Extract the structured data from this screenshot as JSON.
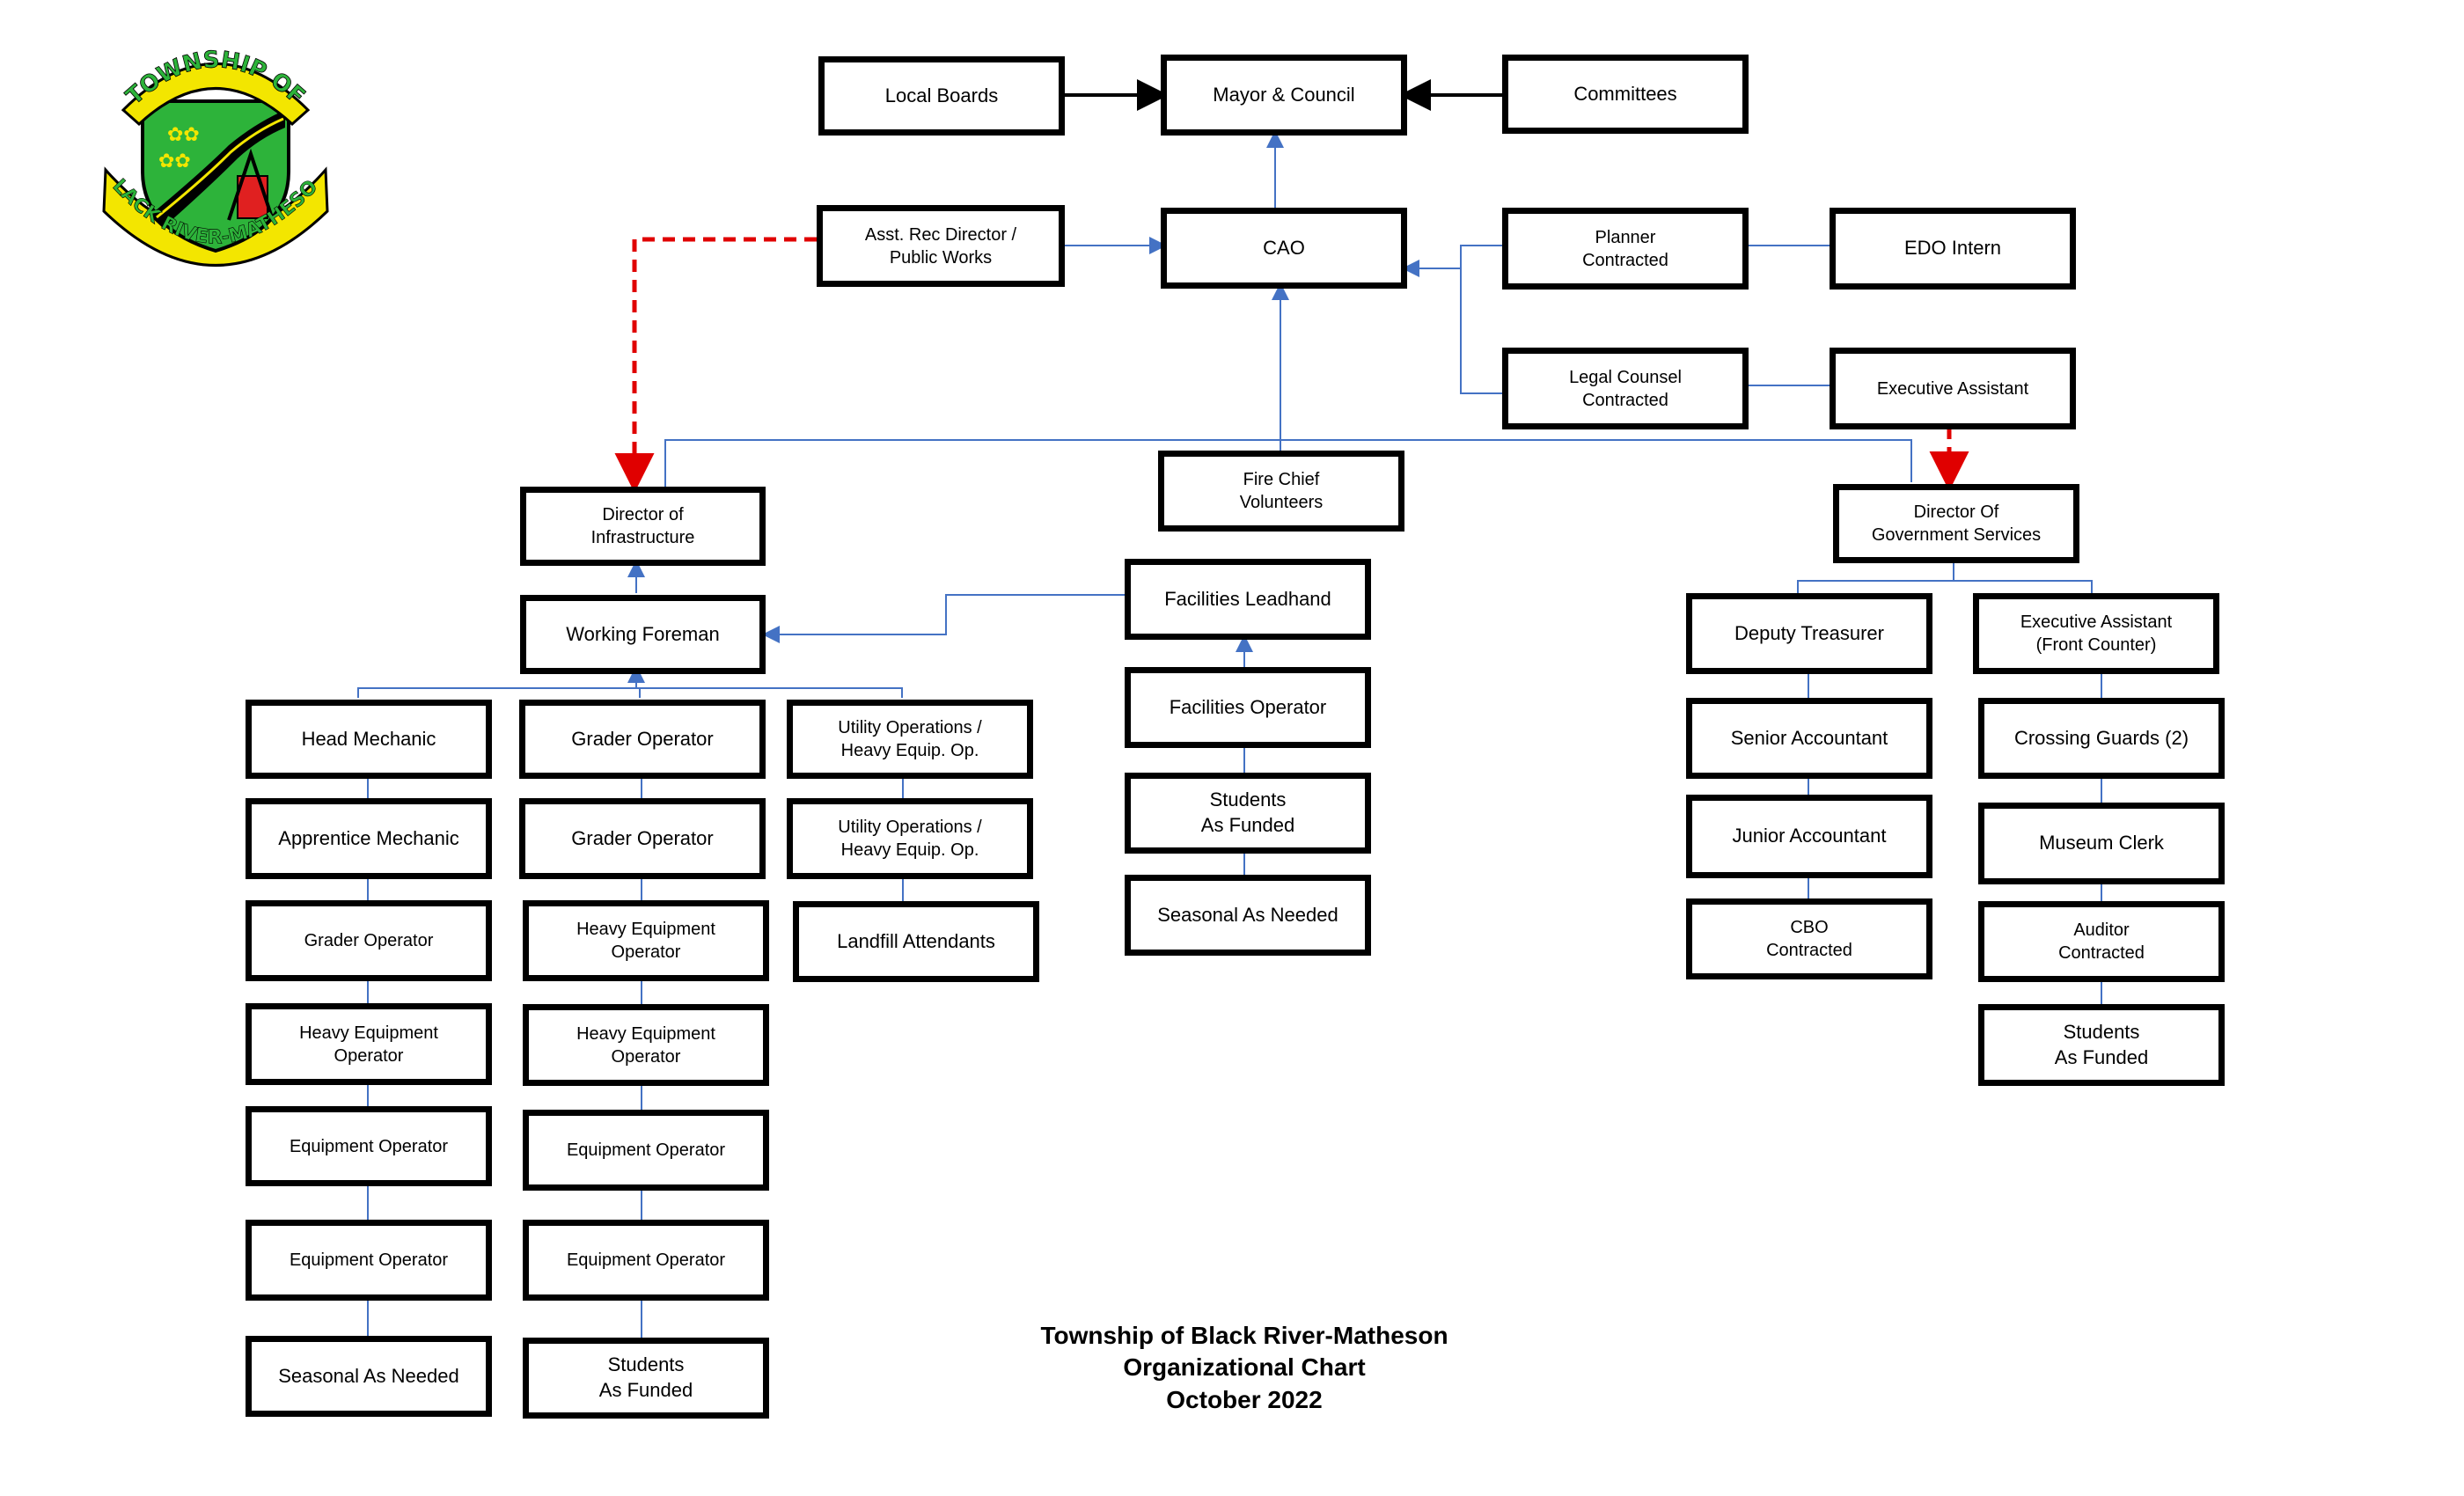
{
  "logo": {
    "top_text": "TOWNSHIP OF",
    "bottom_text": "BLACK RIVER-MATHESON",
    "colors": {
      "green": "#2db33a",
      "yellow": "#f3e600",
      "black": "#000000",
      "red": "#e02020"
    }
  },
  "colors": {
    "box_border": "#000000",
    "connector": "#4472c4",
    "dashed_arrow": "#e00000",
    "black_arrow": "#000000"
  },
  "boxes": {
    "local_boards": [
      "Local Boards"
    ],
    "mayor_council": [
      "Mayor & Council"
    ],
    "committees": [
      "Committees"
    ],
    "asst_rec_director": [
      "Asst. Rec Director /",
      "Public Works"
    ],
    "cao": [
      "CAO"
    ],
    "planner": [
      "Planner",
      "Contracted"
    ],
    "edo_intern": [
      "EDO Intern"
    ],
    "legal_counsel": [
      "Legal Counsel",
      "Contracted"
    ],
    "executive_assistant": [
      "Executive Assistant"
    ],
    "fire_chief": [
      "Fire Chief",
      "Volunteers"
    ],
    "director_infrastructure": [
      "Director of",
      "Infrastructure"
    ],
    "working_foreman": [
      "Working Foreman"
    ],
    "facilities_leadhand": [
      "Facilities Leadhand"
    ],
    "facilities_operator": [
      "Facilities Operator"
    ],
    "facilities_students": [
      "Students",
      "As Funded"
    ],
    "facilities_seasonal": [
      "Seasonal As Needed"
    ],
    "director_gov_services": [
      "Director Of",
      "Government Services"
    ],
    "deputy_treasurer": [
      "Deputy Treasurer"
    ],
    "senior_accountant": [
      "Senior Accountant"
    ],
    "junior_accountant": [
      "Junior Accountant"
    ],
    "cbo": [
      "CBO",
      "Contracted"
    ],
    "executive_assistant_front": [
      "Executive Assistant",
      "(Front Counter)"
    ],
    "crossing_guards": [
      "Crossing Guards (2)"
    ],
    "museum_clerk": [
      "Museum Clerk"
    ],
    "auditor": [
      "Auditor",
      "Contracted"
    ],
    "gov_students": [
      "Students",
      "As Funded"
    ],
    "c1_head_mechanic": [
      "Head Mechanic"
    ],
    "c1_apprentice_mechanic": [
      "Apprentice Mechanic"
    ],
    "c1_grader_operator": [
      "Grader Operator"
    ],
    "c1_heavy_equipment": [
      "Heavy Equipment",
      "Operator"
    ],
    "c1_equipment_operator_1": [
      "Equipment Operator"
    ],
    "c1_equipment_operator_2": [
      "Equipment Operator"
    ],
    "c1_seasonal": [
      "Seasonal As Needed"
    ],
    "c2_grader_operator_1": [
      "Grader Operator"
    ],
    "c2_grader_operator_2": [
      "Grader Operator"
    ],
    "c2_heavy_equipment_1": [
      "Heavy Equipment",
      "Operator"
    ],
    "c2_heavy_equipment_2": [
      "Heavy Equipment",
      "Operator"
    ],
    "c2_equipment_operator_1": [
      "Equipment Operator"
    ],
    "c2_equipment_operator_2": [
      "Equipment Operator"
    ],
    "c2_students": [
      "Students",
      "As Funded"
    ],
    "c3_utility_ops_1": [
      "Utility Operations /",
      "Heavy Equip. Op."
    ],
    "c3_utility_ops_2": [
      "Utility Operations /",
      "Heavy Equip. Op."
    ],
    "c3_landfill": [
      "Landfill Attendants"
    ]
  },
  "footer": {
    "line1": "Township of Black River-Matheson",
    "line2": "Organizational Chart",
    "line3": "October 2022"
  }
}
